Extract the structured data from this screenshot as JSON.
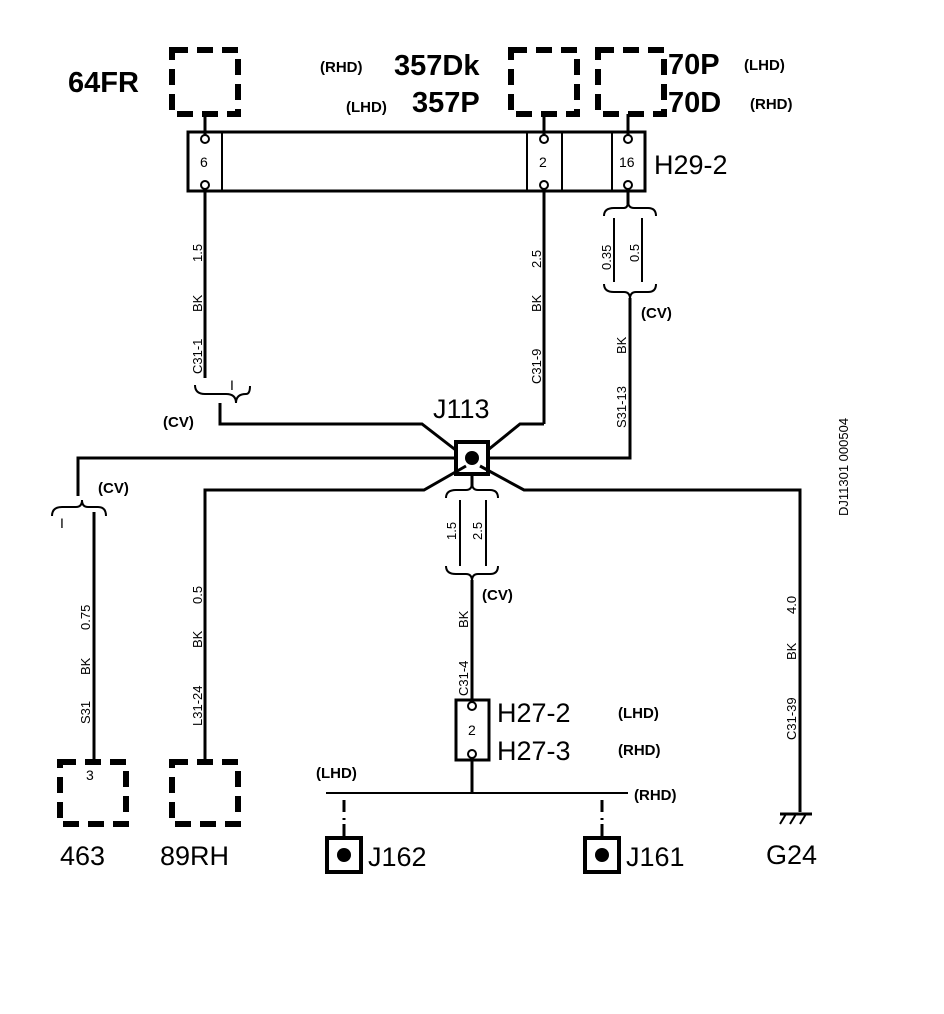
{
  "components": {
    "c64fr": "64FR",
    "c357dk": "357Dk",
    "c357p": "357P",
    "c70p": "70P",
    "c70d": "70D",
    "h29": "H29-2",
    "j113": "J113",
    "h27_2": "H27-2",
    "h27_3": "H27-3",
    "c463": "463",
    "c89rh": "89RH",
    "j162": "J162",
    "j161": "J161",
    "g24": "G24"
  },
  "variants": {
    "rhd": "(RHD)",
    "lhd": "(LHD)",
    "cv": "(CV)"
  },
  "pins": {
    "h29_p6": "6",
    "h29_p2": "2",
    "h29_p16": "16",
    "h27_p2": "2",
    "c463_p3": "3",
    "cv_pin": "I"
  },
  "wires": {
    "w1": {
      "id": "C31-1",
      "color": "BK",
      "gauge": "1.5"
    },
    "w2": {
      "id": "C31-9",
      "color": "BK",
      "gauge": "2.5"
    },
    "w3": {
      "id": "S31-13",
      "color": "BK",
      "gauge_a": "0.35",
      "gauge_b": "0.5"
    },
    "w4": {
      "id": "S31",
      "color": "BK",
      "gauge": "0.75"
    },
    "w5": {
      "id": "L31-24",
      "color": "BK",
      "gauge": "0.5"
    },
    "w6": {
      "id": "C31-4",
      "color": "BK",
      "gauge_a": "1.5",
      "gauge_b": "2.5"
    },
    "w7": {
      "id": "C31-39",
      "color": "BK",
      "gauge": "4.0"
    }
  },
  "diagram_code": "DJ11301 000504"
}
